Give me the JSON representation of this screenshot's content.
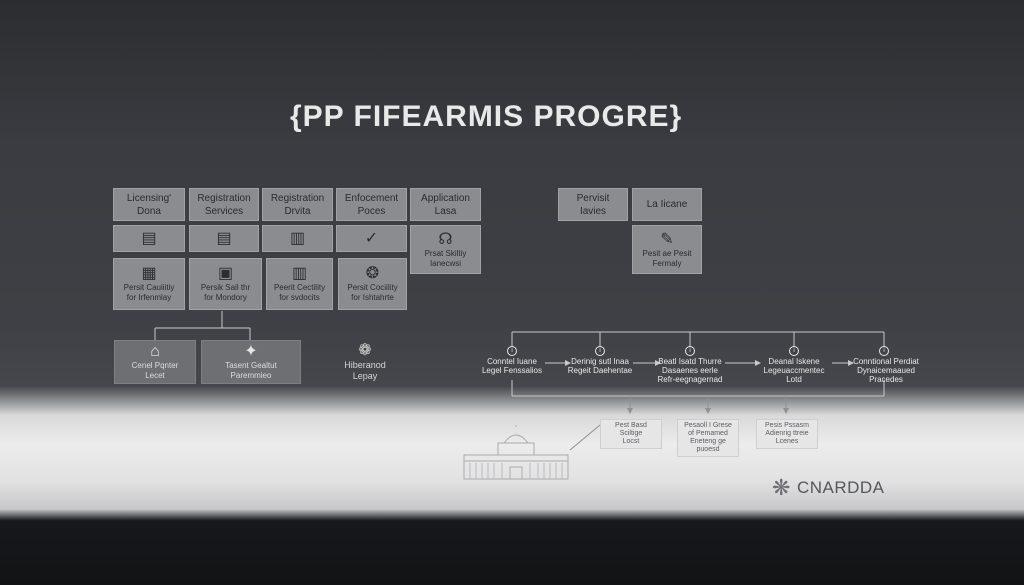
{
  "title": "{PP FIFEARMIS PROGRE}",
  "left_headers": [
    {
      "line1": "Licensing'",
      "line2": "Dona"
    },
    {
      "line1": "Registration",
      "line2": "Services"
    },
    {
      "line1": "Registration",
      "line2": "Drvita"
    },
    {
      "line1": "Enfocement",
      "line2": "Poces"
    },
    {
      "line1": "Application",
      "line2": "Lasa"
    }
  ],
  "right_headers": [
    {
      "line1": "Pervisit",
      "line2": "Iavies"
    },
    {
      "line1": "La Iicane",
      "line2": ""
    }
  ],
  "row2_icons": [
    {
      "icon": "document-icon",
      "glyph": "▤"
    },
    {
      "icon": "document-icon",
      "glyph": "▤"
    },
    {
      "icon": "book-icon",
      "glyph": "▥"
    },
    {
      "icon": "check-circle-icon",
      "glyph": "✓"
    }
  ],
  "row3": [
    {
      "icon": "chart-icon",
      "glyph": "▦",
      "line1": "Persit Cauiiitiy",
      "line2": "for Irfenmlay"
    },
    {
      "icon": "report-icon",
      "glyph": "▣",
      "line1": "Persik Sail thr",
      "line2": "for Mondory"
    },
    {
      "icon": "bar-chart-icon",
      "glyph": "▥",
      "line1": "Peerit Cectility",
      "line2": "for svdocits"
    },
    {
      "icon": "badge-icon",
      "glyph": "❂",
      "line1": "Persit Cociility",
      "line2": "for Ishtahrte"
    }
  ],
  "application_extra": {
    "glyph": "☊",
    "line1": "Prsat Skiltiy",
    "line2": "Ianecwsi"
  },
  "license_extra": {
    "glyph": "✎",
    "line1": "Pesit ae Pesit",
    "line2": "Fermaly"
  },
  "bottom_left": [
    {
      "glyph": "⌂",
      "line1": "Cenel Pqnter",
      "line2": "Lecet"
    },
    {
      "glyph": "✦",
      "line1": "Tasent Gealtut",
      "line2": "Paremmieo"
    }
  ],
  "floating_item": {
    "glyph": "❁",
    "line1": "Hiberanod",
    "line2": "Lepay"
  },
  "flow_nodes": [
    {
      "marker": "i",
      "line1": "Conntel Iuane",
      "line2": "Legel Fenssalios"
    },
    {
      "marker": "i",
      "line1": "Derinig sutl Inaa",
      "line2": "Regeit Daehentae"
    },
    {
      "marker": "i",
      "line1": "Beatl Isatd Thurre",
      "line2": "Dasaenes eerle",
      "line3": "Refr-eegnagernad"
    },
    {
      "marker": "i",
      "line1": "Deanal Iskene",
      "line2": "Legeuaccmentec",
      "line3": "Lotd"
    },
    {
      "marker": "i",
      "line1": "Conntional Perdiat",
      "line2": "Dynaicemaaued",
      "line3": "Pracedes"
    }
  ],
  "sub_boxes": [
    {
      "line1": "Pest Basd Sciltige",
      "line2": "Locst"
    },
    {
      "line1": "Pesaoll I Grese",
      "line2": "of Pemamed",
      "line3": "Eneteng ge puoesd"
    },
    {
      "line1": "Pesis Pssasm",
      "line2": "Adienrig ttreie",
      "line3": "Lcenes"
    }
  ],
  "brand": {
    "name": "CNARDDA",
    "icon": "seal-icon"
  }
}
